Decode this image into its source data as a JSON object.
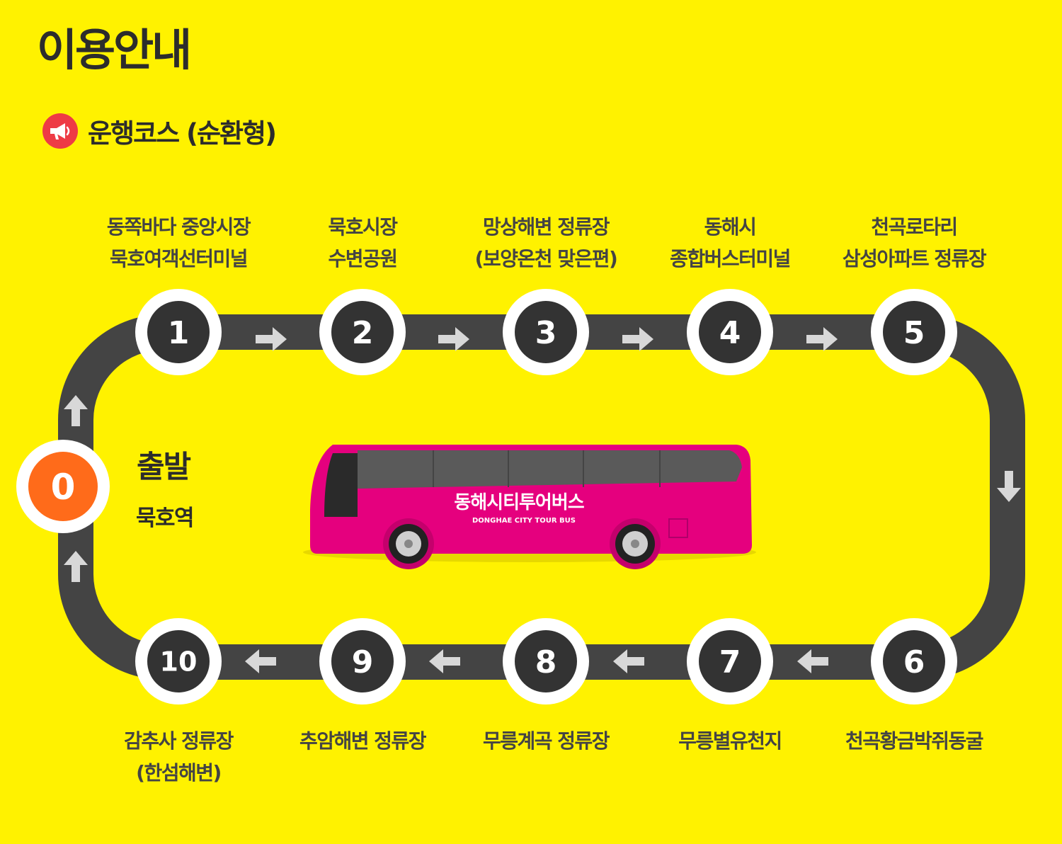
{
  "page_title": "이용안내",
  "course_heading": "운행코스 (순환형)",
  "icons": {
    "announce": "megaphone-icon",
    "direction": "arrow-icon"
  },
  "colors": {
    "background": "#FFF200",
    "road": "#444444",
    "stop_ring": "#FFFFFF",
    "stop_fill": "#333333",
    "start_fill": "#FF6B1A",
    "bus": "#E5007E",
    "arrow": "#D8D8D8"
  },
  "start": {
    "number": "0",
    "title": "출발",
    "name": "묵호역"
  },
  "stops": [
    {
      "number": "1",
      "lines": [
        "동쪽바다 중앙시장",
        "묵호여객선터미널"
      ]
    },
    {
      "number": "2",
      "lines": [
        "묵호시장",
        "수변공원"
      ]
    },
    {
      "number": "3",
      "lines": [
        "망상해변 정류장",
        "(보양온천 맞은편)"
      ]
    },
    {
      "number": "4",
      "lines": [
        "동해시",
        "종합버스터미널"
      ]
    },
    {
      "number": "5",
      "lines": [
        "천곡로타리",
        "삼성아파트 정류장"
      ]
    },
    {
      "number": "6",
      "lines": [
        "천곡황금박쥐동굴"
      ]
    },
    {
      "number": "7",
      "lines": [
        "무릉별유천지"
      ]
    },
    {
      "number": "8",
      "lines": [
        "무릉계곡 정류장"
      ]
    },
    {
      "number": "9",
      "lines": [
        "추암해변 정류장"
      ]
    },
    {
      "number": "10",
      "lines": [
        "감추사 정류장",
        "(한섬해변)"
      ]
    }
  ],
  "bus": {
    "name": "동해시티투어버스",
    "name_en": "DONGHAE CITY TOUR BUS"
  }
}
